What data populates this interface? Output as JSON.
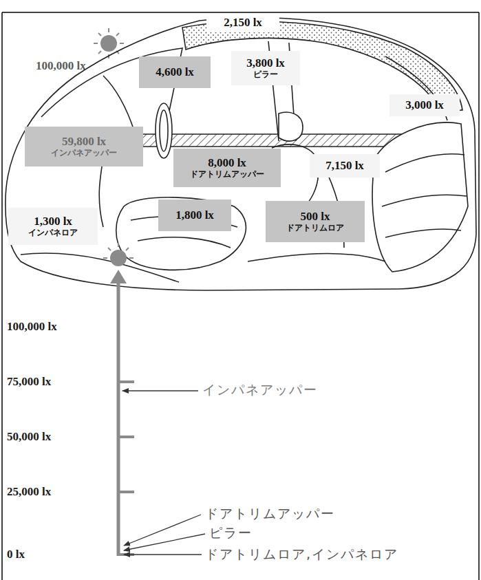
{
  "diagram": {
    "nodes": [
      {
        "text": [
          "2,150 lx"
        ]
      },
      {
        "text": [
          "4,600 lx"
        ]
      },
      {
        "text": [
          "3,800 lx",
          "ピラー"
        ]
      },
      {
        "text": [
          "3,000 lx"
        ]
      },
      {
        "text": [
          "59,800 lx",
          "インパネアッパー"
        ]
      },
      {
        "text": [
          "8,000 lx",
          "ドアトリムアッパー"
        ]
      },
      {
        "text": [
          "7,150 lx"
        ]
      },
      {
        "text": [
          "1,300 lx",
          "インパネロア"
        ]
      },
      {
        "text": [
          "1,800 lx"
        ]
      },
      {
        "text": [
          "500 lx",
          "ドアトリムロア"
        ]
      }
    ],
    "labels": [
      "100,000 lx",
      "100,000 lx",
      "75,000 lx",
      "50,000 lx",
      "25,000 lx",
      "0 lx",
      "インパネアッパー",
      "ドアトリムアッパー",
      "ピラー",
      "ドアトリムロア,インパネロア"
    ]
  }
}
